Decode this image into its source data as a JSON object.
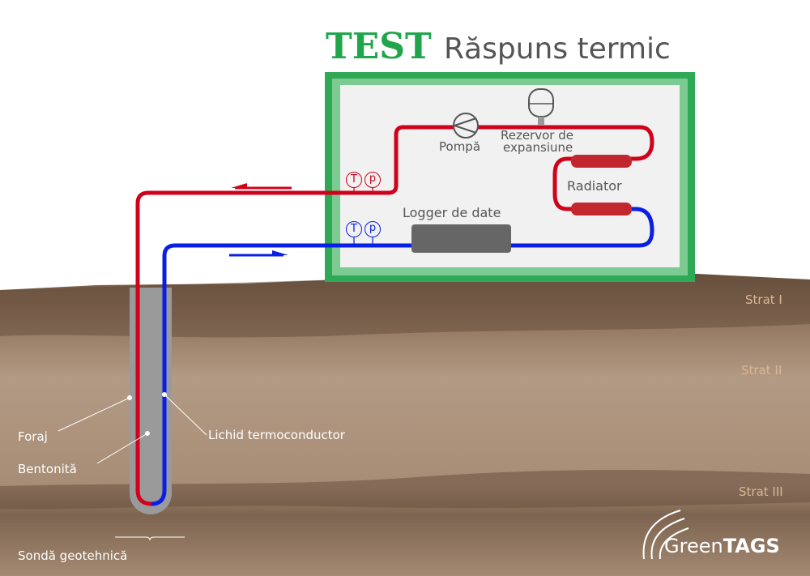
{
  "title": {
    "bold": "TEST",
    "rest": "Răspuns termic"
  },
  "components": {
    "pump": "Pompă",
    "expansion_tank": [
      "Rezervor de",
      "expansiune"
    ],
    "radiator": "Radiator",
    "logger": "Logger de date",
    "sensor_t": "T",
    "sensor_p": "p"
  },
  "labels": {
    "drilling": "Foraj",
    "bentonite": "Bentonită",
    "fluid": "Lichid termoconductor",
    "probe": "Sondă geotehnică"
  },
  "layers": [
    "Strat I",
    "Strat II",
    "Strat III"
  ],
  "logo": {
    "green": "Green",
    "tags": "TAGS"
  },
  "colors": {
    "green": "#1fa64a",
    "hot": "#d0021b",
    "cold": "#0a1fe6",
    "soil": "#9a7a60"
  }
}
